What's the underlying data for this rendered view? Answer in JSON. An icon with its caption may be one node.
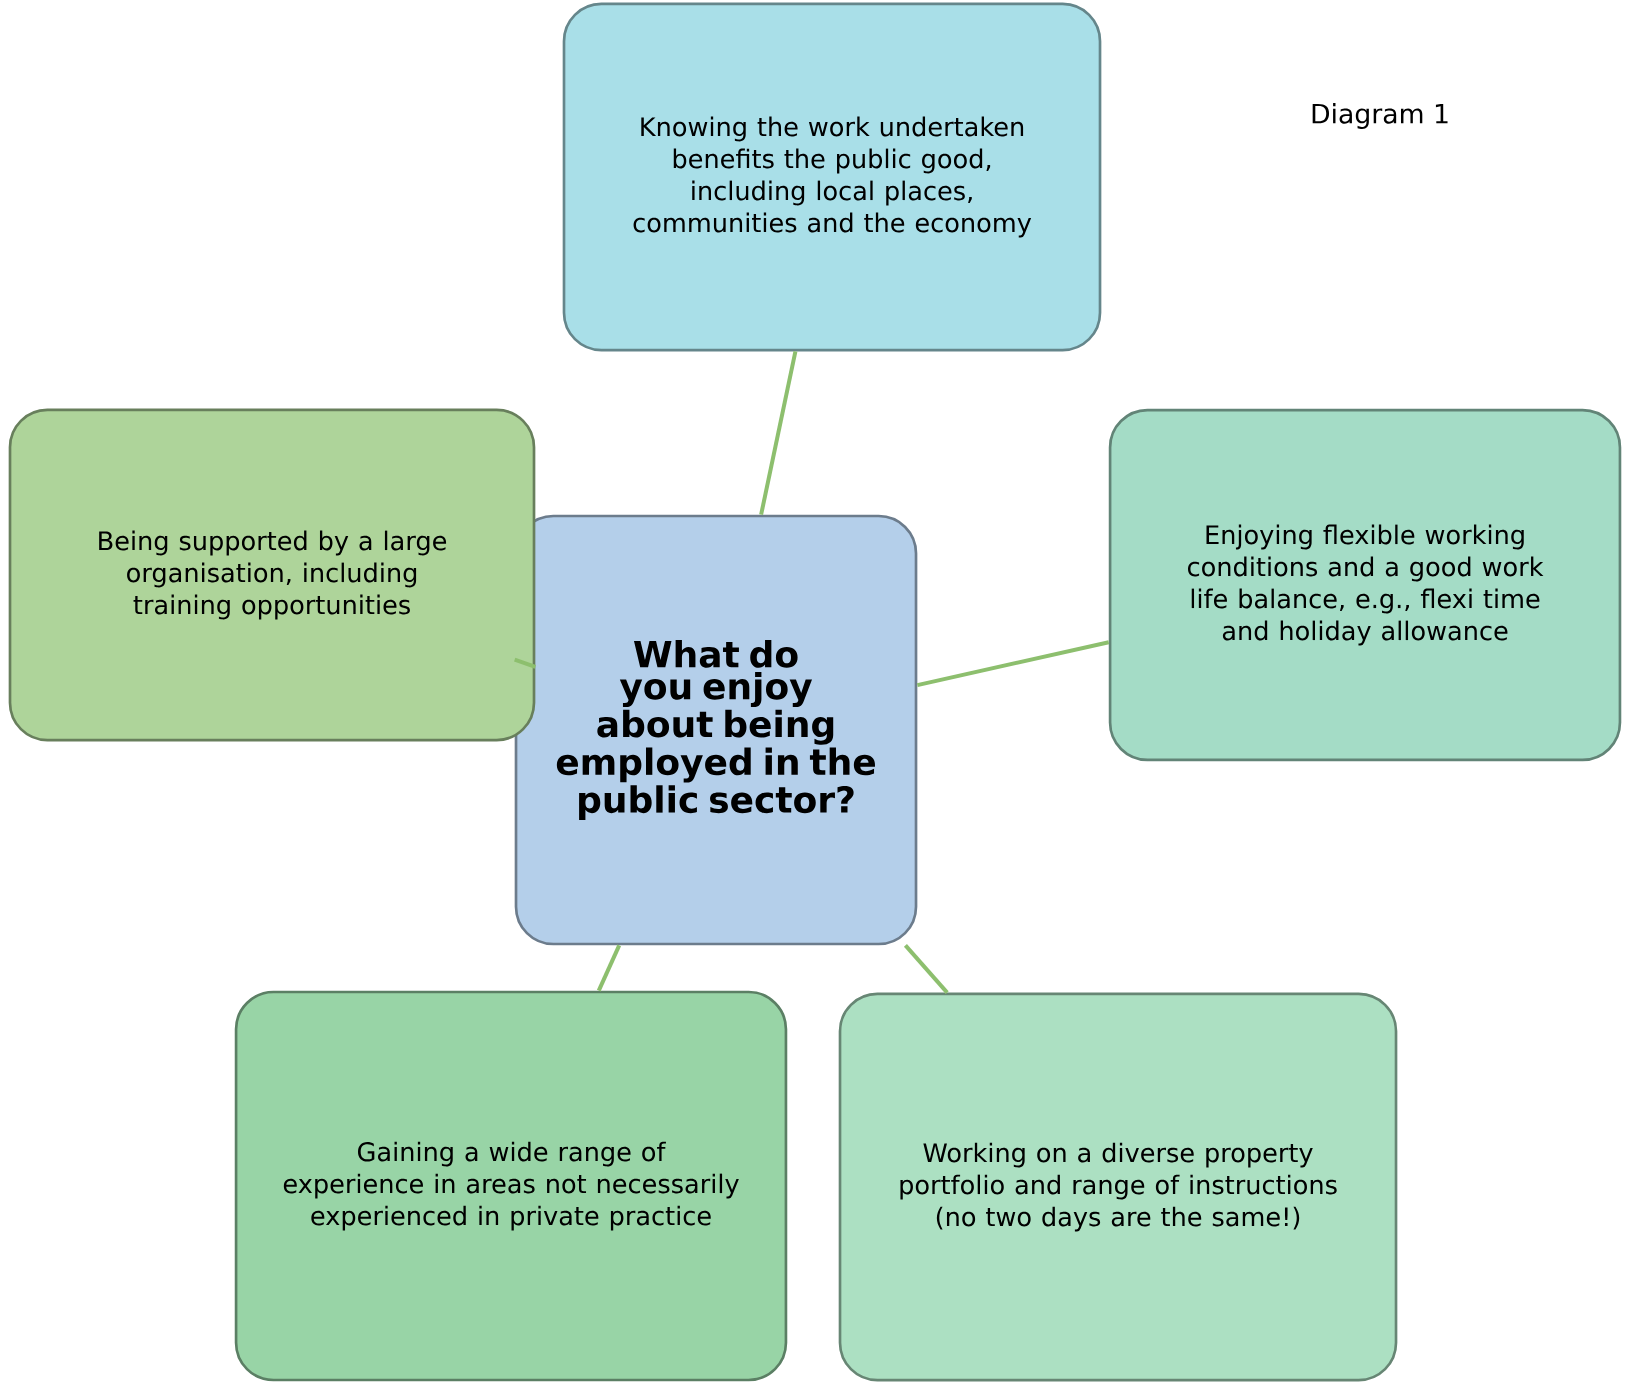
{
  "diagram": {
    "nodes": [
      {
        "text": [
          "What do you enjoy about being employed in the public sector?"
        ]
      },
      {
        "text": [
          "Knowing the work undertaken benefits the public good, including local places, communities and the economy"
        ]
      },
      {
        "text": [
          "Being supported by a large organisation, including training opportunities"
        ]
      },
      {
        "text": [
          "Enjoying flexible working conditions and a good work life balance, e.g., flexi time and holiday allowance"
        ]
      },
      {
        "text": [
          "Gaining a wide range of experience in areas not necessarily experienced in private practice"
        ]
      },
      {
        "text": [
          "Working on a diverse property portfolio and range of instructions (no two days are the same!)"
        ]
      }
    ],
    "edges": [
      {
        "from": 0,
        "to": 1,
        "arrow": "none"
      },
      {
        "from": 0,
        "to": 2,
        "arrow": "none"
      },
      {
        "from": 0,
        "to": 3,
        "arrow": "none"
      },
      {
        "from": 0,
        "to": 4,
        "arrow": "none"
      },
      {
        "from": 0,
        "to": 5,
        "arrow": "none"
      }
    ],
    "labels": [
      "Diagram 1"
    ]
  }
}
